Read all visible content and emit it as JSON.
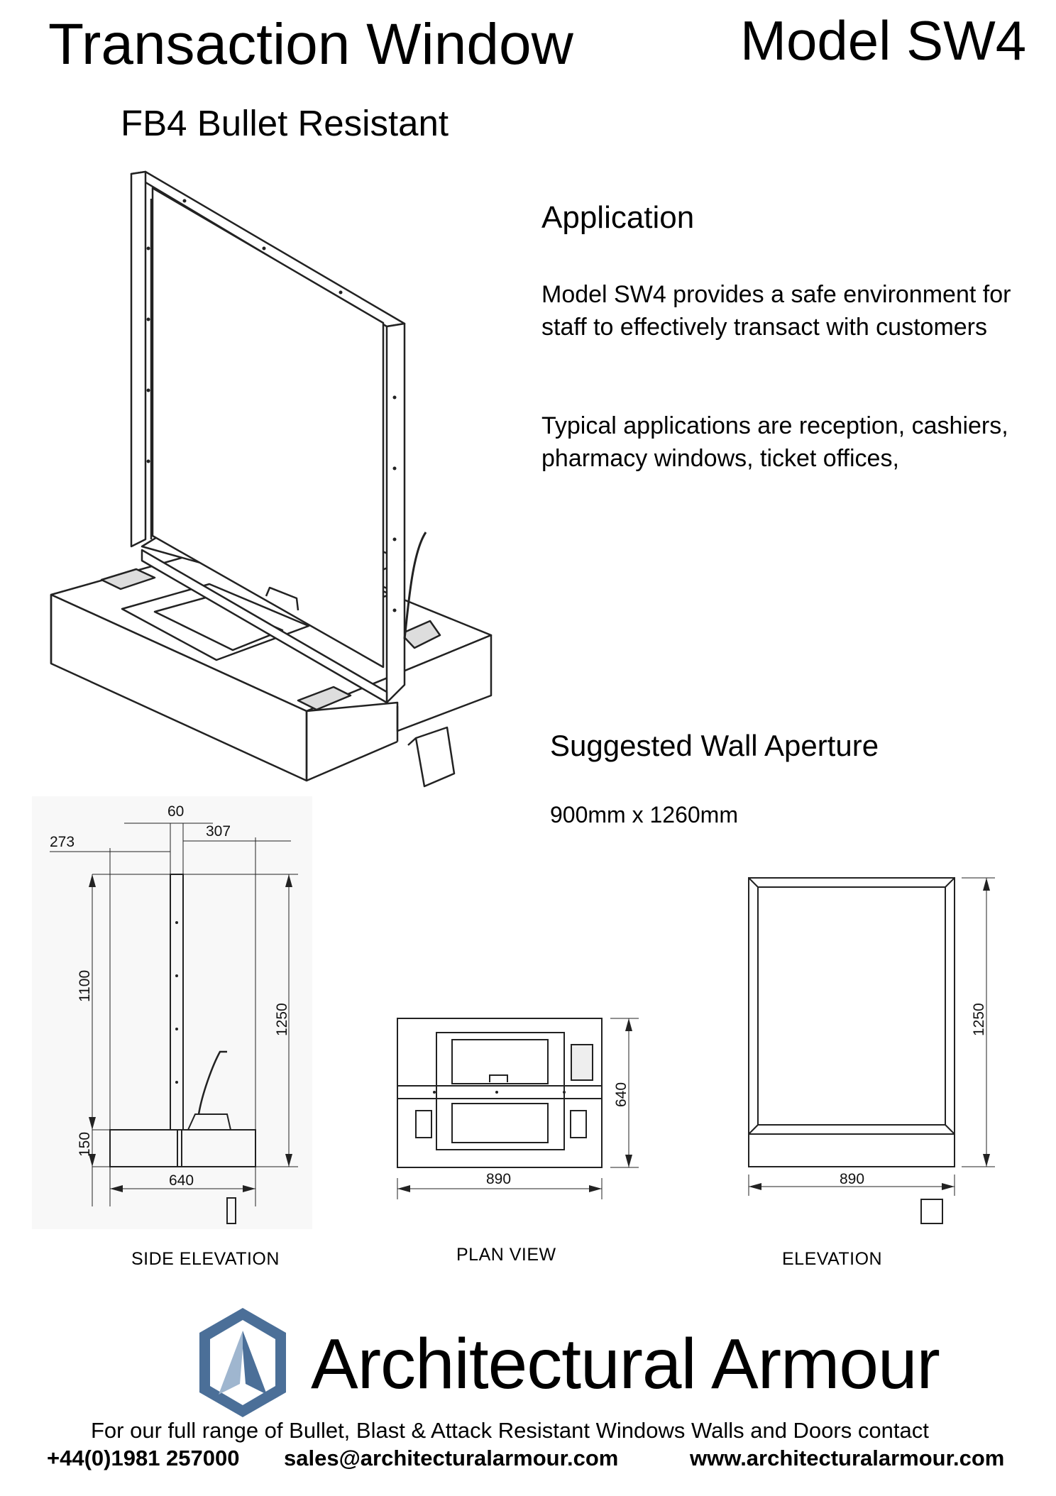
{
  "header": {
    "title": "Transaction Window",
    "model": "Model SW4",
    "subtitle": "FB4 Bullet Resistant"
  },
  "application": {
    "heading": "Application",
    "paragraph1": "Model SW4 provides a safe environment for staff to effectively transact with customers",
    "paragraph2": "Typical applications are reception, cashiers, pharmacy windows, ticket offices,"
  },
  "aperture": {
    "heading": "Suggested Wall Aperture",
    "size": "900mm x 1260mm"
  },
  "drawings": {
    "side_elevation": {
      "label": "SIDE ELEVATION",
      "dims": {
        "d60": "60",
        "d307": "307",
        "d273": "273",
        "d1100": "1100",
        "d1250": "1250",
        "d150": "150",
        "d640": "640"
      }
    },
    "plan_view": {
      "label": "PLAN VIEW",
      "dims": {
        "d640": "640",
        "d890": "890"
      }
    },
    "elevation": {
      "label": "ELEVATION",
      "dims": {
        "d1250": "1250",
        "d890": "890"
      }
    }
  },
  "brand": {
    "name": "Architectural Armour",
    "logo_color": "#4b6f98",
    "logo_light": "#9fb6cf"
  },
  "footer": {
    "line1": "For our full range of Bullet, Blast & Attack Resistant Windows Walls and Doors contact",
    "phone": "+44(0)1981 257000",
    "email": "sales@architecturalarmour.com",
    "website": "www.architecturalarmour.com"
  }
}
